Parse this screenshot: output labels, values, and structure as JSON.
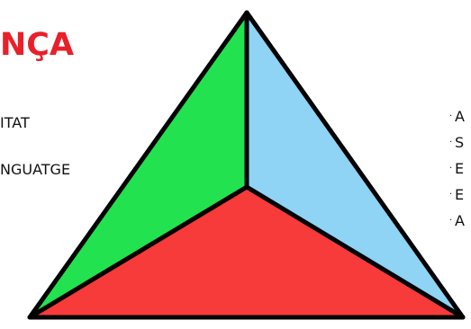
{
  "title": "NÇA",
  "left_labels": [
    "ITAT",
    "NGUATGE"
  ],
  "right_items": [
    {
      "bullet": "·",
      "text": "A"
    },
    {
      "bullet": "·",
      "text": "S"
    },
    {
      "bullet": "·",
      "text": "E"
    },
    {
      "bullet": "·",
      "text": "E"
    },
    {
      "bullet": "·",
      "text": "A"
    }
  ],
  "colors": {
    "title": "#e8202a",
    "face_left": "#22e34f",
    "face_right": "#8fd3f5",
    "face_bottom": "#f73a3a",
    "edges": "#000000"
  }
}
